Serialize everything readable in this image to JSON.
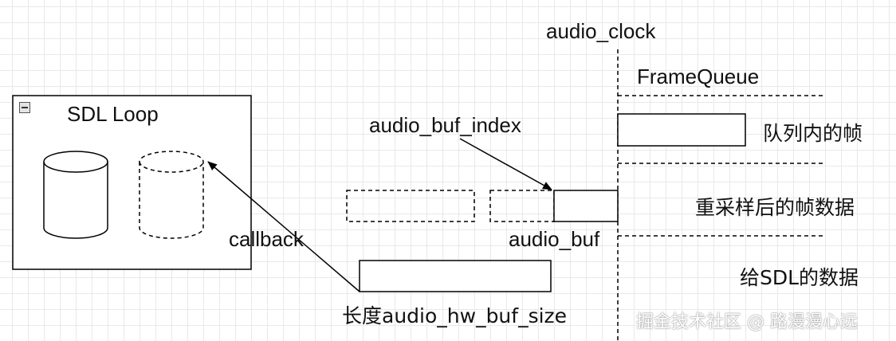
{
  "labels": {
    "audio_clock": "audio_clock",
    "frame_queue": "FrameQueue",
    "sdl_loop": "SDL Loop",
    "audio_buf_index": "audio_buf_index",
    "queue_frames": "队列内的帧",
    "resampled_frames": "重采样后的帧数据",
    "callback": "callback",
    "audio_buf": "audio_buf",
    "data_for_sdl": "给SDL的数据",
    "hw_buf_size": "长度audio_hw_buf_size"
  },
  "watermark": "掘金技术社区 @ 路漫漫心远"
}
